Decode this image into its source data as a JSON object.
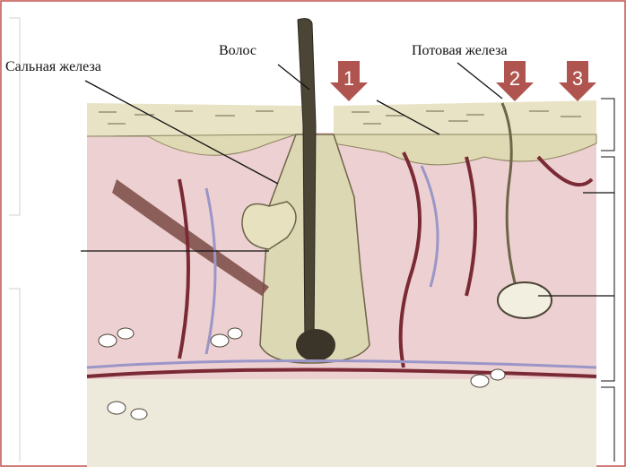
{
  "labels": {
    "sebaceous_gland": "Сальная железа",
    "hair": "Волос",
    "sweat_gland": "Потовая железа"
  },
  "arrows": [
    "1",
    "2",
    "3"
  ],
  "colors": {
    "epidermis": "#e9e3c6",
    "dermis": "#edd0d1",
    "hypodermis": "#eeeadb",
    "vessel_red": "#7a2a35",
    "vessel_blue": "#9a96c8",
    "hair": "#4b4536",
    "arrow": "#b05450",
    "border": "#c0504d"
  }
}
